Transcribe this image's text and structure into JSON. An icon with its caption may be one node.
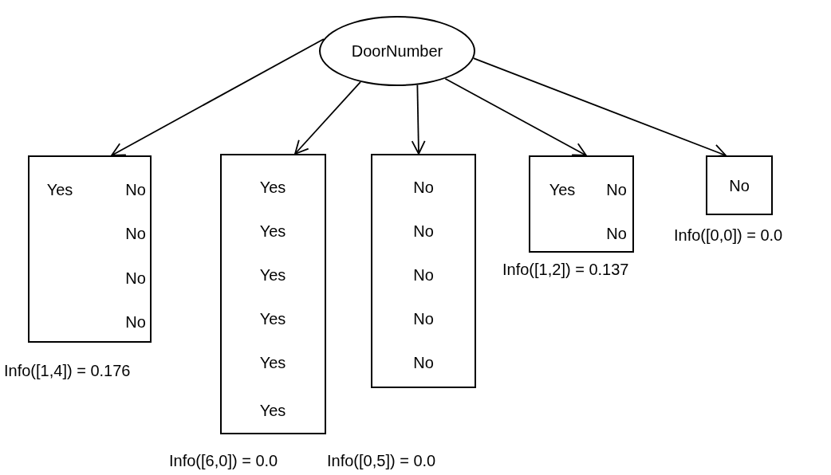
{
  "diagram": {
    "nodes": [
      {
        "text": [
          "DoorNumber"
        ]
      },
      {
        "text": [
          "Yes",
          "No",
          "No",
          "No",
          "No"
        ],
        "beside": [
          "Info([1,4]) = 0.176"
        ]
      },
      {
        "text": [
          "Yes",
          "Yes",
          "Yes",
          "Yes",
          "Yes",
          "Yes"
        ],
        "beside": [
          "Info([6,0]) = 0.0"
        ]
      },
      {
        "text": [
          "No",
          "No",
          "No",
          "No",
          "No"
        ]
      },
      {
        "text": [
          "Yes",
          "No",
          "No"
        ],
        "beside": [
          "Info([1,2]) = 0.137"
        ]
      },
      {
        "text": [
          "No"
        ],
        "beside": [
          "Info([0,0]) = 0.0"
        ]
      }
    ],
    "edges": [
      {
        "from": 0,
        "to": 1,
        "arrow": "to"
      },
      {
        "from": 0,
        "to": 2,
        "arrow": "to"
      },
      {
        "from": 0,
        "to": 3,
        "arrow": "to"
      },
      {
        "from": 0,
        "to": 4,
        "arrow": "to"
      },
      {
        "from": 0,
        "to": 5,
        "arrow": "to"
      }
    ],
    "labels": [
      "Info([0,5]) = 0.0"
    ]
  }
}
